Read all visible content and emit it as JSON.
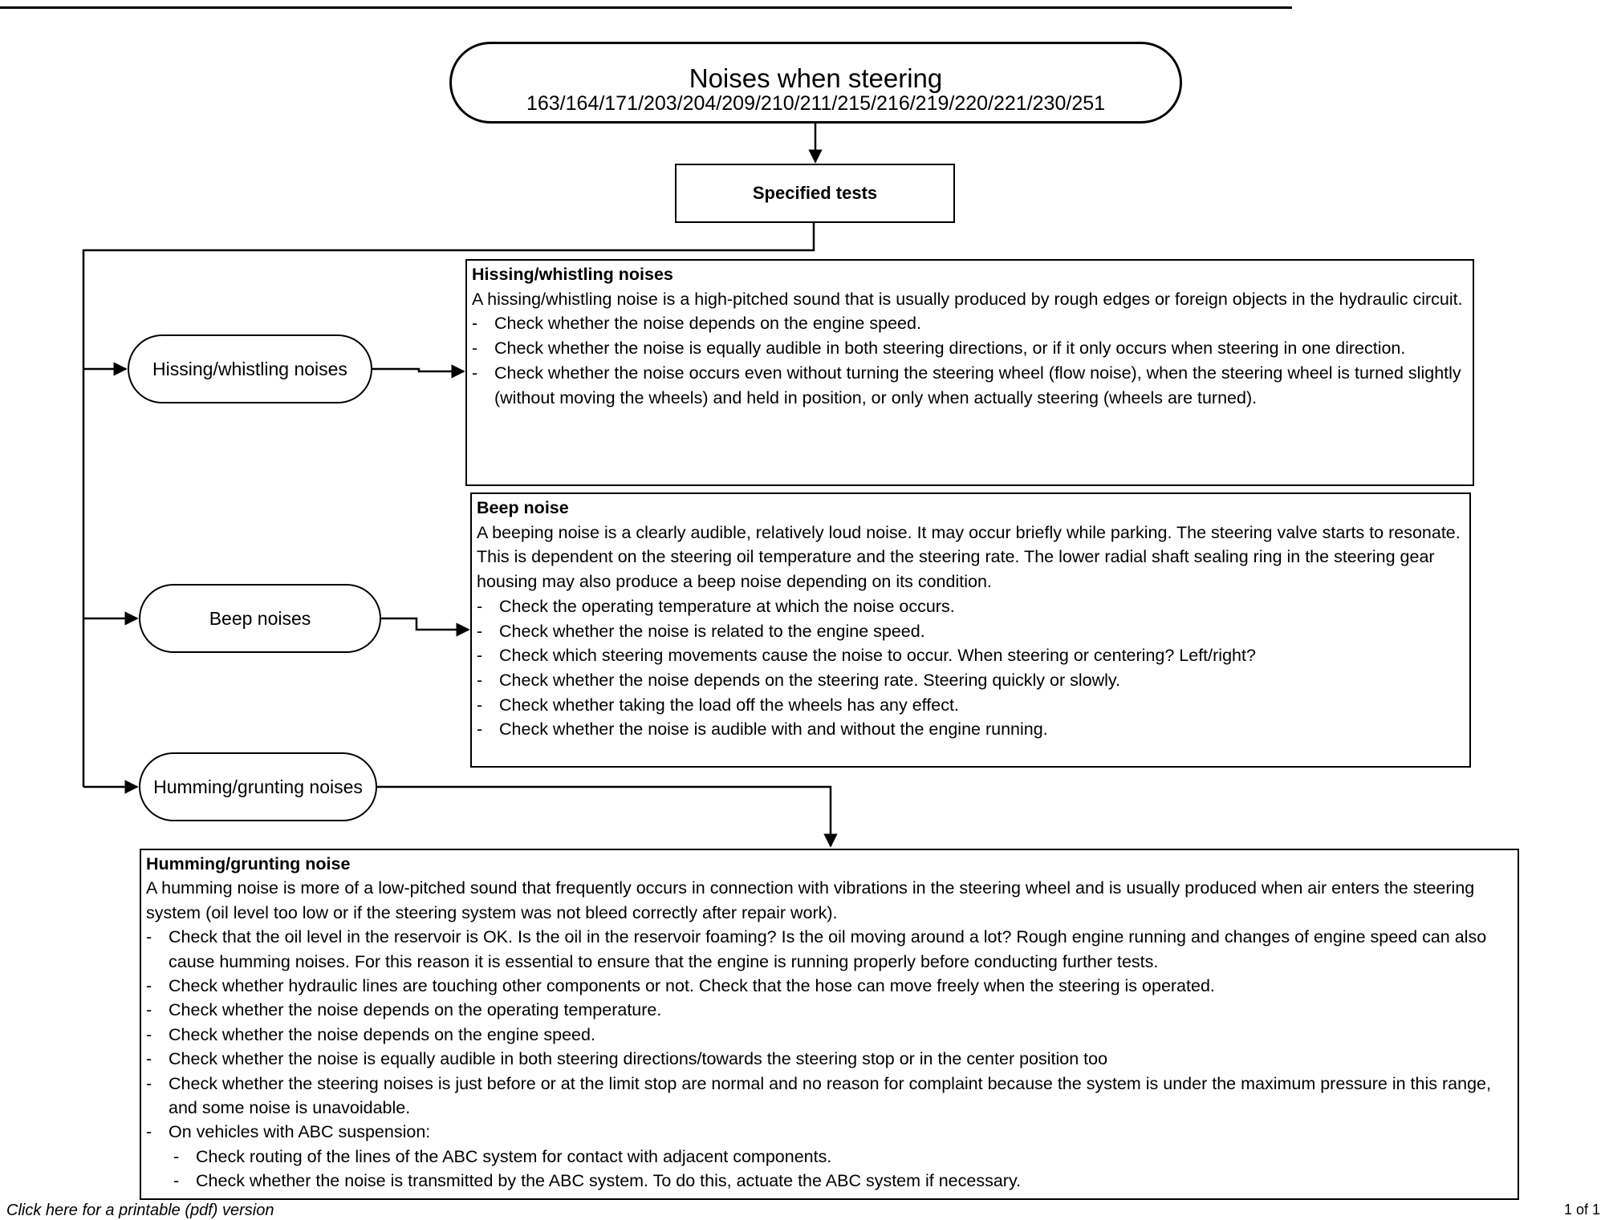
{
  "start": {
    "title": "Noises when steering",
    "models": "163/164/171/203/204/209/210/211/215/216/219/220/221/230/251"
  },
  "process": {
    "label": "Specified tests"
  },
  "branches": [
    {
      "label": "Hissing/whistling noises"
    },
    {
      "label": "Beep noises"
    },
    {
      "label": "Humming/grunting noises"
    }
  ],
  "hissing": {
    "title": "Hissing/whistling noises",
    "intro": "A hissing/whistling noise is a high-pitched sound that is usually produced by rough edges or foreign objects in the hydraulic circuit.",
    "items": [
      "Check whether the noise depends on the engine speed.",
      "Check whether the noise is equally audible in both steering directions, or if it only occurs when steering in one direction.",
      "Check whether the noise occurs even without turning the steering wheel (flow noise), when the steering wheel is turned slightly (without moving the wheels) and held in position, or only when actually steering (wheels are turned)."
    ]
  },
  "beep": {
    "title": "Beep noise",
    "intro": "A beeping noise is a clearly audible, relatively loud noise. It may occur briefly while parking. The steering valve starts to resonate. This is dependent on the steering oil temperature and the steering rate. The lower radial shaft sealing ring in the steering gear housing may also produce a beep noise depending on its condition.",
    "items": [
      "Check the operating temperature at which the noise occurs.",
      "Check whether the noise is related to the engine speed.",
      "Check which steering movements cause the noise to occur. When steering or centering? Left/right?",
      "Check whether the noise depends on the steering rate. Steering quickly or slowly.",
      "Check whether taking the load off the wheels has any effect.",
      "Check whether the noise is audible with and without the engine running."
    ]
  },
  "humming": {
    "title": "Humming/grunting noise",
    "intro": "A humming noise is more of a low-pitched sound that frequently occurs in connection with vibrations in the steering wheel and is usually produced when air enters the steering system (oil level too low or if the steering system was not bleed correctly after repair work).",
    "items": [
      "Check that the oil level in the reservoir is OK. Is the oil in the reservoir foaming? Is the oil moving around a lot? Rough engine running and changes of engine speed can also cause humming noises. For this reason it is essential to ensure that the engine is running properly before conducting further tests.",
      "Check whether hydraulic lines are touching other components or not. Check that the hose can move freely when the steering is operated.",
      "Check whether the noise depends on the operating temperature.",
      "Check whether the noise depends on the engine speed.",
      "Check whether the noise is equally audible in both steering directions/towards the steering stop or in the center position too",
      "Check whether the steering noises is just before or at the limit stop are normal and no reason for complaint because the system is under the maximum pressure in this range, and some noise is unavoidable.",
      "On vehicles with ABC suspension:"
    ],
    "subitems": [
      "Check routing of the lines of the ABC system for contact with adjacent components.",
      "Check whether the noise is transmitted by the ABC system. To do this, actuate the ABC system if necessary."
    ]
  },
  "footer": {
    "link": "Click here for a printable (pdf) version",
    "page": "1 of 1"
  }
}
